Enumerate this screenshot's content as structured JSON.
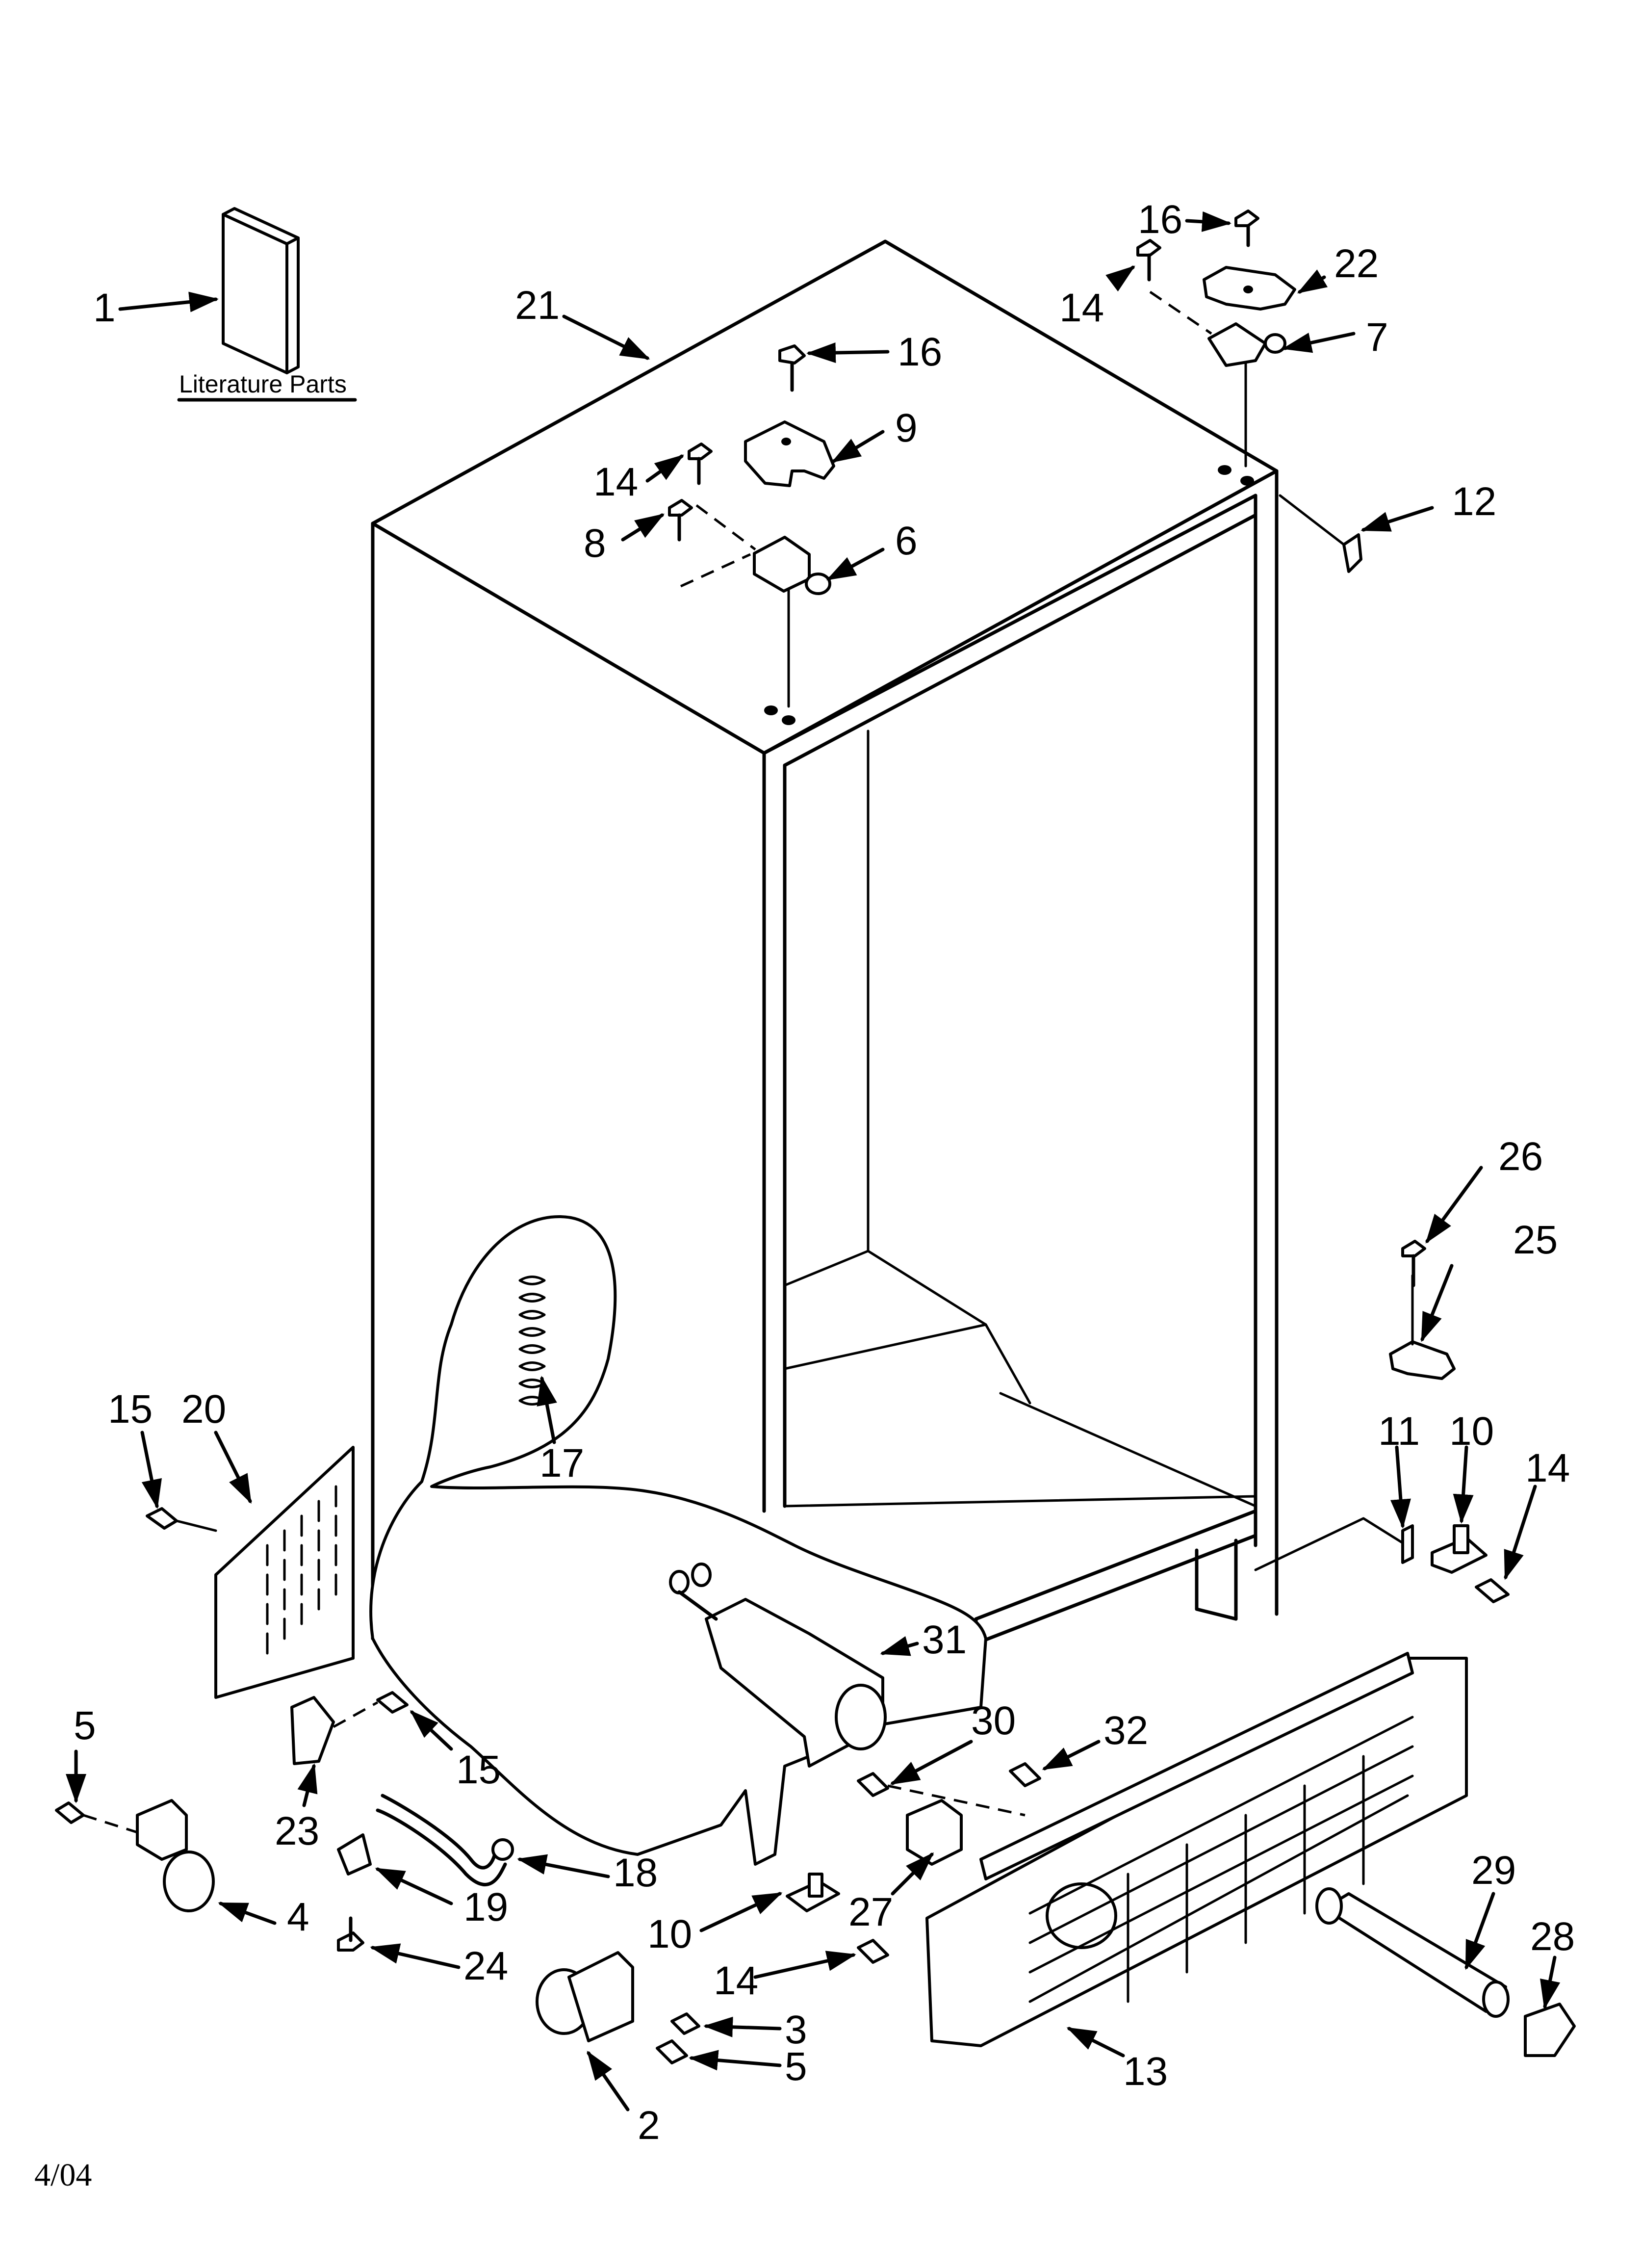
{
  "caption": {
    "literature_parts": "Literature Parts",
    "date": "4/04"
  },
  "callouts": [
    {
      "id": "c1",
      "label": "1"
    },
    {
      "id": "c21",
      "label": "21"
    },
    {
      "id": "c16a",
      "label": "16"
    },
    {
      "id": "c9",
      "label": "9"
    },
    {
      "id": "c14a",
      "label": "14"
    },
    {
      "id": "c8",
      "label": "8"
    },
    {
      "id": "c6",
      "label": "6"
    },
    {
      "id": "c16b",
      "label": "16"
    },
    {
      "id": "c14b",
      "label": "14"
    },
    {
      "id": "c22",
      "label": "22"
    },
    {
      "id": "c7",
      "label": "7"
    },
    {
      "id": "c12",
      "label": "12"
    },
    {
      "id": "c26",
      "label": "26"
    },
    {
      "id": "c25",
      "label": "25"
    },
    {
      "id": "c11",
      "label": "11"
    },
    {
      "id": "c10a",
      "label": "10"
    },
    {
      "id": "c14c",
      "label": "14"
    },
    {
      "id": "c15a",
      "label": "15"
    },
    {
      "id": "c20",
      "label": "20"
    },
    {
      "id": "c17",
      "label": "17"
    },
    {
      "id": "c31",
      "label": "31"
    },
    {
      "id": "c30",
      "label": "30"
    },
    {
      "id": "c32",
      "label": "32"
    },
    {
      "id": "c5a",
      "label": "5"
    },
    {
      "id": "c15b",
      "label": "15"
    },
    {
      "id": "c23",
      "label": "23"
    },
    {
      "id": "c4",
      "label": "4"
    },
    {
      "id": "c18",
      "label": "18"
    },
    {
      "id": "c19",
      "label": "19"
    },
    {
      "id": "c24",
      "label": "24"
    },
    {
      "id": "c10b",
      "label": "10"
    },
    {
      "id": "c14d",
      "label": "14"
    },
    {
      "id": "c27",
      "label": "27"
    },
    {
      "id": "c3",
      "label": "3"
    },
    {
      "id": "c5b",
      "label": "5"
    },
    {
      "id": "c2",
      "label": "2"
    },
    {
      "id": "c13",
      "label": "13"
    },
    {
      "id": "c29",
      "label": "29"
    },
    {
      "id": "c28",
      "label": "28"
    }
  ]
}
